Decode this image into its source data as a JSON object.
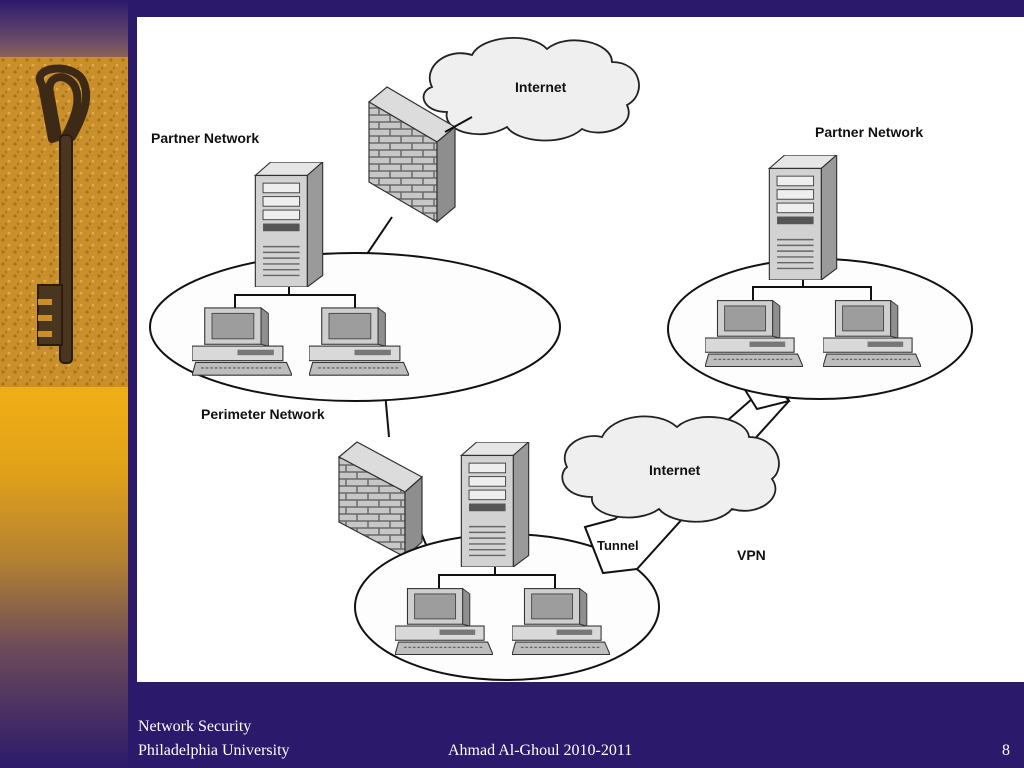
{
  "diagram": {
    "labels": {
      "partner_network_left": "Partner Network",
      "partner_network_right": "Partner Network",
      "internet_top": "Internet",
      "internet_bottom": "Internet",
      "perimeter_network": "Perimeter Network",
      "tunnel": "Tunnel",
      "vpn": "VPN"
    }
  },
  "footer": {
    "course": "Network Security",
    "university": "Philadelphia University",
    "author": "Ahmad Al-Ghoul 2010-2011",
    "page_number": "8"
  },
  "colors": {
    "background": "#2b1a6b",
    "sidebar_gold": "#f0b21c",
    "slide_white": "#ffffff"
  }
}
